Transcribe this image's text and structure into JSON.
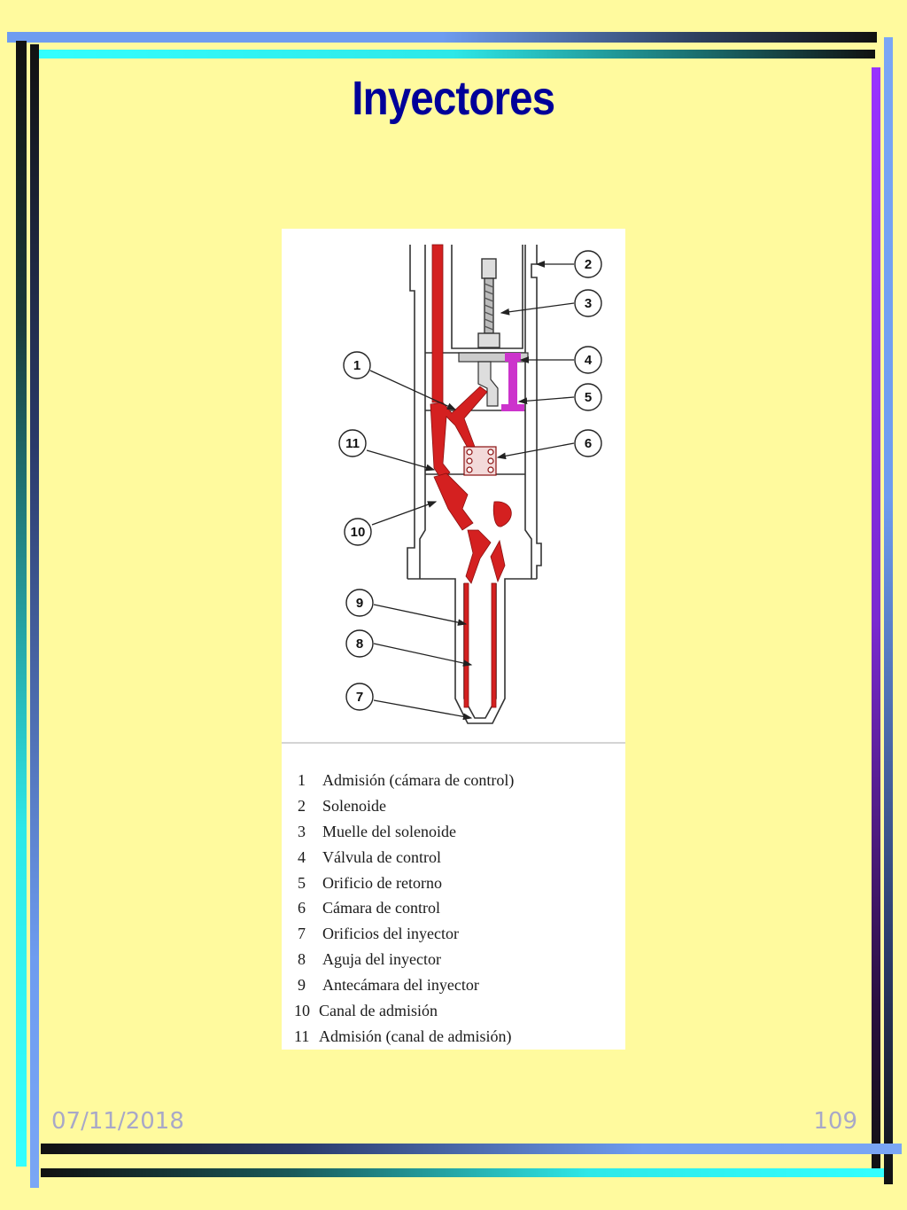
{
  "slide": {
    "title": "Inyectores",
    "date": "07/11/2018",
    "page_number": "109"
  },
  "diagram": {
    "callouts": [
      "1",
      "2",
      "3",
      "4",
      "5",
      "6",
      "7",
      "8",
      "9",
      "10",
      "11"
    ],
    "legend": [
      {
        "num": "1",
        "text": "Admisión (cámara de control)"
      },
      {
        "num": "2",
        "text": "Solenoide"
      },
      {
        "num": "3",
        "text": "Muelle del solenoide"
      },
      {
        "num": "4",
        "text": "Válvula de control"
      },
      {
        "num": "5",
        "text": "Orificio de retorno"
      },
      {
        "num": "6",
        "text": "Cámara de control"
      },
      {
        "num": "7",
        "text": "Orificios del inyector"
      },
      {
        "num": "8",
        "text": "Aguja del inyector"
      },
      {
        "num": "9",
        "text": "Antecámara del inyector"
      },
      {
        "num": "10",
        "text": "Canal de admisión"
      },
      {
        "num": "11",
        "text": "Admisión (canal de admisión)"
      }
    ]
  },
  "colors": {
    "background": "#FFFA9E",
    "title": "#000099",
    "fuel_channel": "#D42020",
    "valve": "#CC33CC",
    "footer_text": "#A8A8C8"
  }
}
